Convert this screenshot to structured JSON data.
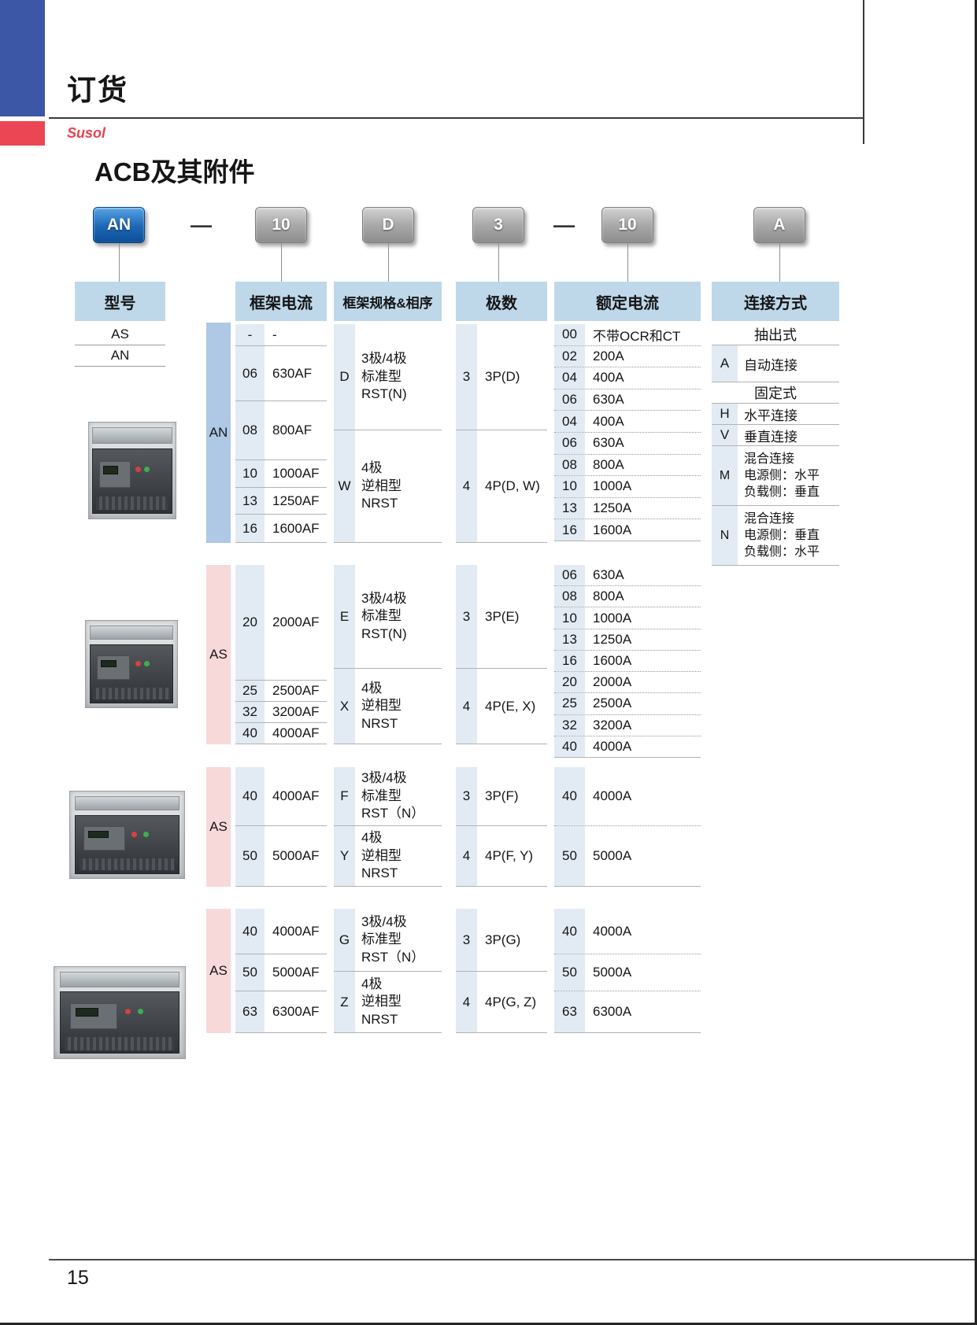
{
  "page": {
    "section_title": "订货",
    "brand": "Susol",
    "title": "ACB及其附件",
    "page_number": "15"
  },
  "colors": {
    "header_bg": "#bed8ea",
    "an_bar": "#aec8e6",
    "as_bar": "#f8d9da",
    "blue_button": "#1c67b5",
    "corner_blue": "#3b57a5",
    "brand_red": "#e8424f"
  },
  "code_boxes": [
    "AN",
    "—",
    "10",
    "D",
    "3",
    "—",
    "10",
    "A"
  ],
  "columns": {
    "model": "型号",
    "frame_current": "框架电流",
    "frame_spec": "框架规格&相序",
    "poles": "极数",
    "rated_current": "额定电流",
    "connection": "连接方式"
  },
  "models": [
    "AS",
    "AN"
  ],
  "groups": [
    {
      "label": "AN",
      "frame_rows": [
        {
          "c": "-",
          "v": "-"
        },
        {
          "c": "06",
          "v": "630AF"
        },
        {
          "c": "08",
          "v": "800AF"
        },
        {
          "c": "10",
          "v": "1000AF"
        },
        {
          "c": "13",
          "v": "1250AF"
        },
        {
          "c": "16",
          "v": "1600AF"
        }
      ],
      "spec_sections": [
        {
          "c": "D",
          "t": "3极/4极\n标准型\nRST(N)"
        },
        {
          "c": "W",
          "t": "4极\n逆相型\nNRST"
        }
      ],
      "pole_sections": [
        {
          "c": "3",
          "v": "3P(D)"
        },
        {
          "c": "4",
          "v": "4P(D, W)"
        }
      ],
      "rated_rows": [
        {
          "c": "00",
          "v": "不带OCR和CT"
        },
        {
          "c": "02",
          "v": "200A"
        },
        {
          "c": "04",
          "v": "400A"
        },
        {
          "c": "06",
          "v": "630A"
        },
        {
          "c": "04",
          "v": "400A"
        },
        {
          "c": "06",
          "v": "630A"
        },
        {
          "c": "08",
          "v": "800A"
        },
        {
          "c": "10",
          "v": "1000A"
        },
        {
          "c": "13",
          "v": "1250A"
        },
        {
          "c": "16",
          "v": "1600A"
        }
      ]
    },
    {
      "label": "AS",
      "frame_rows": [
        {
          "c": "20",
          "v": "2000AF"
        },
        {
          "c": "25",
          "v": "2500AF"
        },
        {
          "c": "32",
          "v": "3200AF"
        },
        {
          "c": "40",
          "v": "4000AF"
        }
      ],
      "spec_sections": [
        {
          "c": "E",
          "t": "3极/4极\n标准型\nRST(N)"
        },
        {
          "c": "X",
          "t": "4极\n逆相型\nNRST"
        }
      ],
      "pole_sections": [
        {
          "c": "3",
          "v": "3P(E)"
        },
        {
          "c": "4",
          "v": "4P(E, X)"
        }
      ],
      "rated_rows": [
        {
          "c": "06",
          "v": "630A"
        },
        {
          "c": "08",
          "v": "800A"
        },
        {
          "c": "10",
          "v": "1000A"
        },
        {
          "c": "13",
          "v": "1250A"
        },
        {
          "c": "16",
          "v": "1600A"
        },
        {
          "c": "20",
          "v": "2000A"
        },
        {
          "c": "25",
          "v": "2500A"
        },
        {
          "c": "32",
          "v": "3200A"
        },
        {
          "c": "40",
          "v": "4000A"
        }
      ]
    },
    {
      "label": "AS",
      "frame_rows": [
        {
          "c": "40",
          "v": "4000AF"
        },
        {
          "c": "50",
          "v": "5000AF"
        }
      ],
      "spec_sections": [
        {
          "c": "F",
          "t": "3极/4极\n标准型\nRST（N）"
        },
        {
          "c": "Y",
          "t": "4极\n逆相型\nNRST"
        }
      ],
      "pole_sections": [
        {
          "c": "3",
          "v": "3P(F)"
        },
        {
          "c": "4",
          "v": "4P(F, Y)"
        }
      ],
      "rated_rows": [
        {
          "c": "40",
          "v": "4000A"
        },
        {
          "c": "50",
          "v": "5000A"
        }
      ]
    },
    {
      "label": "AS",
      "frame_rows": [
        {
          "c": "40",
          "v": "4000AF"
        },
        {
          "c": "50",
          "v": "5000AF"
        },
        {
          "c": "63",
          "v": "6300AF"
        }
      ],
      "spec_sections": [
        {
          "c": "G",
          "t": "3极/4极\n标准型\nRST（N）"
        },
        {
          "c": "Z",
          "t": "4极\n逆相型\nNRST"
        }
      ],
      "pole_sections": [
        {
          "c": "3",
          "v": "3P(G)"
        },
        {
          "c": "4",
          "v": "4P(G, Z)"
        }
      ],
      "rated_rows": [
        {
          "c": "40",
          "v": "4000A"
        },
        {
          "c": "50",
          "v": "5000A"
        },
        {
          "c": "63",
          "v": "6300A"
        }
      ]
    }
  ],
  "connection": {
    "drawout_header": "抽出式",
    "rows_drawout": [
      {
        "c": "A",
        "v": "自动连接"
      }
    ],
    "fixed_header": "固定式",
    "rows_fixed": [
      {
        "c": "H",
        "v": "水平连接"
      },
      {
        "c": "V",
        "v": "垂直连接"
      },
      {
        "c": "M",
        "v": "混合连接\n电源侧：水平\n负载侧：垂直"
      },
      {
        "c": "N",
        "v": "混合连接\n电源侧：垂直\n负载侧：水平"
      }
    ]
  }
}
